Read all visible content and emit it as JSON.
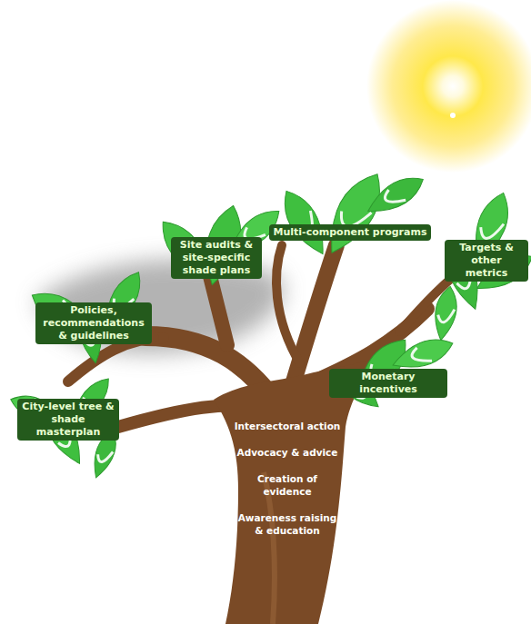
{
  "diagram": {
    "nodes": [
      {
        "text": [
          "Multi-component programs"
        ]
      },
      {
        "text": [
          "Site audits & site-specific shade plans"
        ]
      },
      {
        "text": [
          "Targets & other metrics"
        ]
      },
      {
        "text": [
          "Policies, recommendations & guidelines"
        ]
      },
      {
        "text": [
          "Monetary incentives"
        ]
      },
      {
        "text": [
          "City-level tree & shade masterplan"
        ]
      },
      {
        "text": [
          "Intersectoral action",
          "Advocacy & advice",
          "Creation of evidence",
          "Awareness raising & education"
        ]
      }
    ]
  }
}
